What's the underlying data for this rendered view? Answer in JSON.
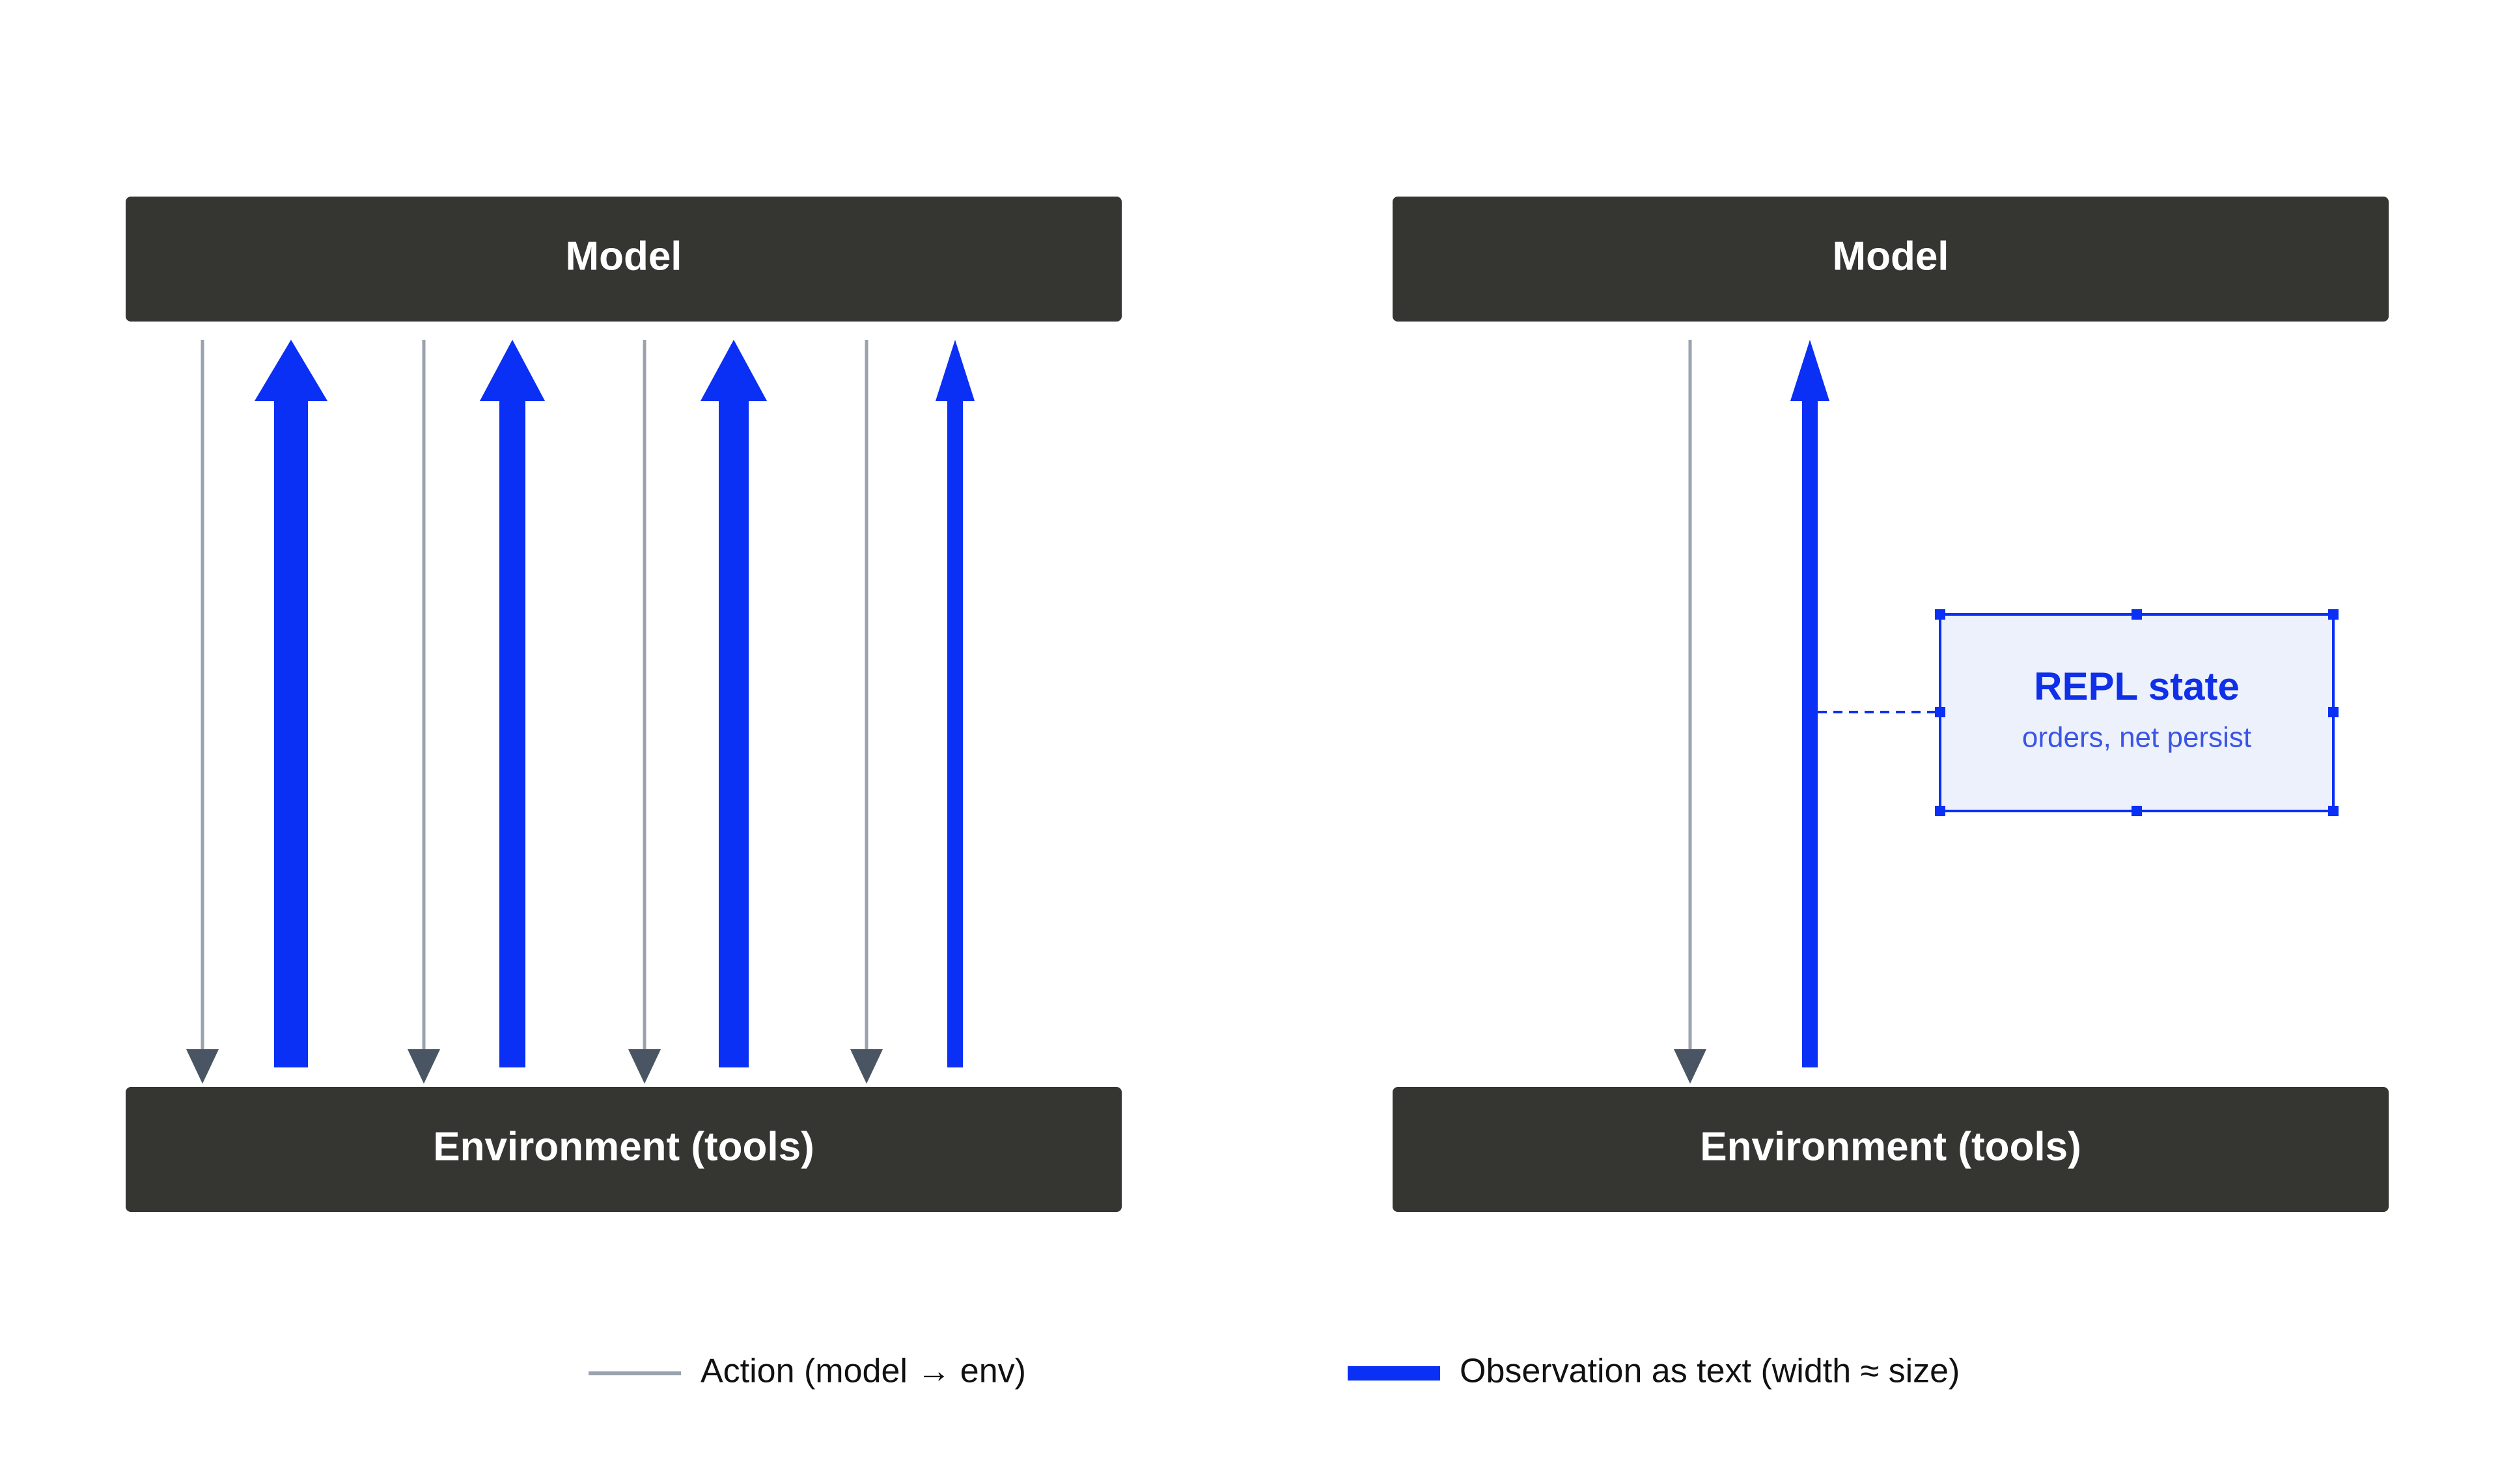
{
  "panels": [
    {
      "model_label": "Model",
      "env_label": "Environment (tools)",
      "steps": [
        {
          "action": true,
          "observation_size": 3
        },
        {
          "action": true,
          "observation_size": 2
        },
        {
          "action": true,
          "observation_size": 2.5
        },
        {
          "action": true,
          "observation_size": 1
        }
      ]
    },
    {
      "model_label": "Model",
      "env_label": "Environment (tools)",
      "steps": [
        {
          "action": true,
          "observation_size": 1
        }
      ],
      "state_box": {
        "title": "REPL state",
        "subtitle": "orders, net persist"
      }
    }
  ],
  "legend": {
    "action_label": "Action (model → env)",
    "observation_label": "Observation as text (width ≈ size)"
  },
  "colors": {
    "box_fill": "#353531",
    "box_text": "#ffffff",
    "action_line": "#9aa3ad",
    "action_head": "#4a5564",
    "observation": "#0a2ff5",
    "state_fill": "#edf1fb",
    "state_border": "#0a2ff5",
    "state_title": "#0f2fe8",
    "state_sub": "#3a55e6"
  }
}
